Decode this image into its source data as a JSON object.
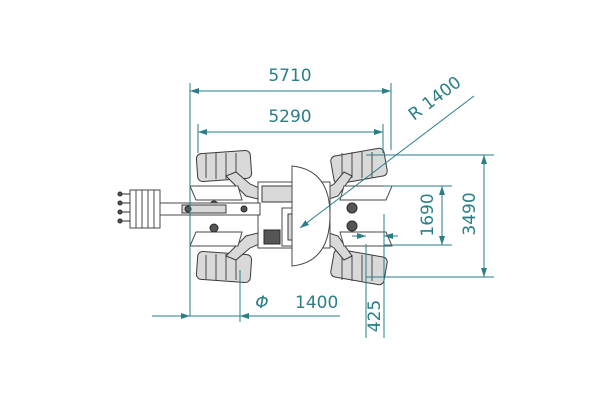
{
  "drawing": {
    "colors": {
      "dimension": "#2a7f86",
      "machine_outline": "#4a4a4a",
      "machine_fill": "#d9d9d9"
    },
    "dimensions": {
      "overall_width": "5710",
      "wheelbase_width": "5290",
      "turn_radius": "R 1400",
      "inner_height": "1690",
      "overall_height": "3490",
      "hub_diameter_symbol": "Φ",
      "hub_diameter_value": "1400",
      "offset": "425"
    }
  }
}
